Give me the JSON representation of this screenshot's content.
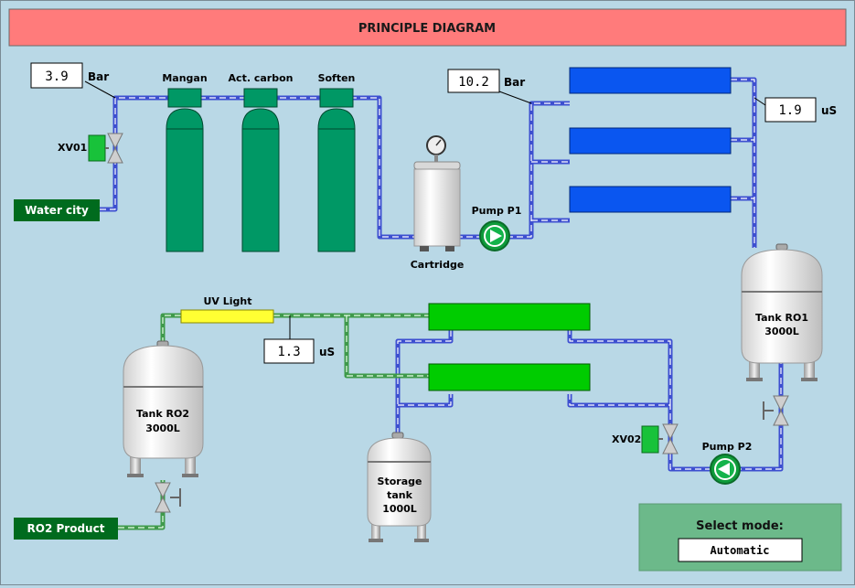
{
  "title": "PRINCIPLE DIAGRAM",
  "readouts": {
    "inlet_pressure": {
      "value": "3.9",
      "unit": "Bar"
    },
    "pump_pressure": {
      "value": "10.2",
      "unit": "Bar"
    },
    "ro1_conductivity": {
      "value": "1.9",
      "unit": "uS"
    },
    "ro2_conductivity": {
      "value": "1.3",
      "unit": "uS"
    }
  },
  "filters": {
    "mangan": "Mangan",
    "carbon": "Act. carbon",
    "soften": "Soften"
  },
  "labels": {
    "water_city": "Water city",
    "xv01": "XV01",
    "xv02": "XV02",
    "cartridge": "Cartridge",
    "pump_p1": "Pump P1",
    "pump_p2": "Pump P2",
    "uv_light": "UV Light",
    "ro2_product": "RO2 Product"
  },
  "tanks": {
    "ro1": {
      "line1": "Tank RO1",
      "line2": "3000L"
    },
    "ro2": {
      "line1": "Tank RO2",
      "line2": "3000L"
    },
    "storage": {
      "line1": "Storage",
      "line2": "tank",
      "line3": "1000L"
    }
  },
  "mode": {
    "label": "Select mode:",
    "value": "Automatic"
  },
  "colors": {
    "header": "#ff7b7b",
    "filter_vessel": "#009865",
    "membrane_ro1": "#0a56f0",
    "membrane_ro2": "#00cc00",
    "pump": "#0e9b3a",
    "label_green": "#006b1e",
    "mode_panel": "#6cb98a",
    "uv": "#ffff33"
  }
}
